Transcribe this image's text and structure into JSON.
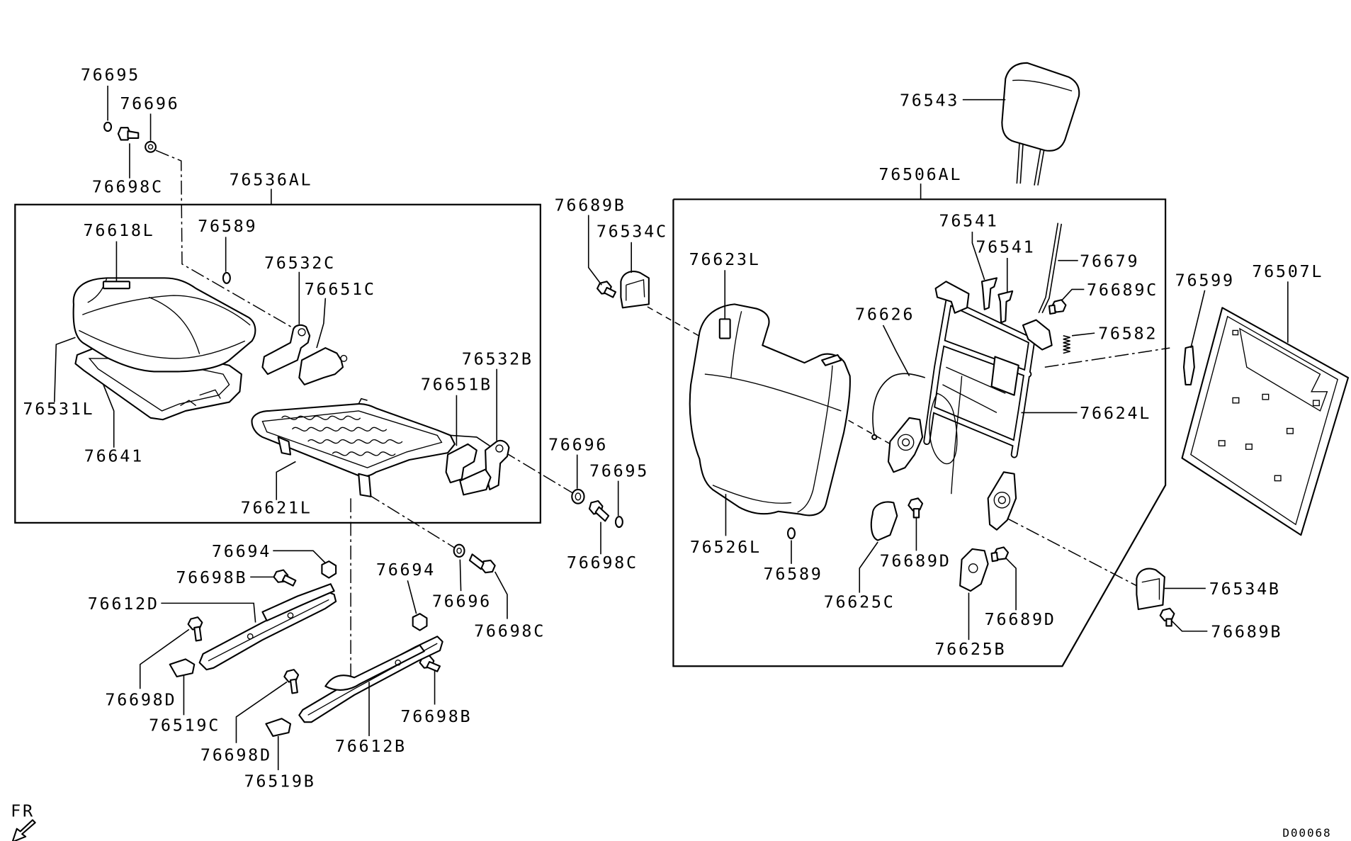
{
  "diagram": {
    "figure_code": "D00068",
    "orientation_label": "FR",
    "assemblies": {
      "seat_cushion": "76536AL",
      "seat_back": "76506AL"
    },
    "callouts": [
      "76695",
      "76696",
      "76698C",
      "76618L",
      "76589",
      "76532C",
      "76651C",
      "76531L",
      "76641",
      "76532B",
      "76651B",
      "76621L",
      "76689B",
      "76534C",
      "76696",
      "76695",
      "76698C",
      "76694",
      "76698B",
      "76612D",
      "76694",
      "76696",
      "76698C",
      "76698D",
      "76519C",
      "76698B",
      "76698D",
      "76612B",
      "76519B",
      "76543",
      "76623L",
      "76541",
      "76541",
      "76679",
      "76689C",
      "76626",
      "76582",
      "76624L",
      "76526L",
      "76589",
      "76689D",
      "76625C",
      "76689D",
      "76625B",
      "76599",
      "76507L",
      "76534B",
      "76689B"
    ]
  }
}
